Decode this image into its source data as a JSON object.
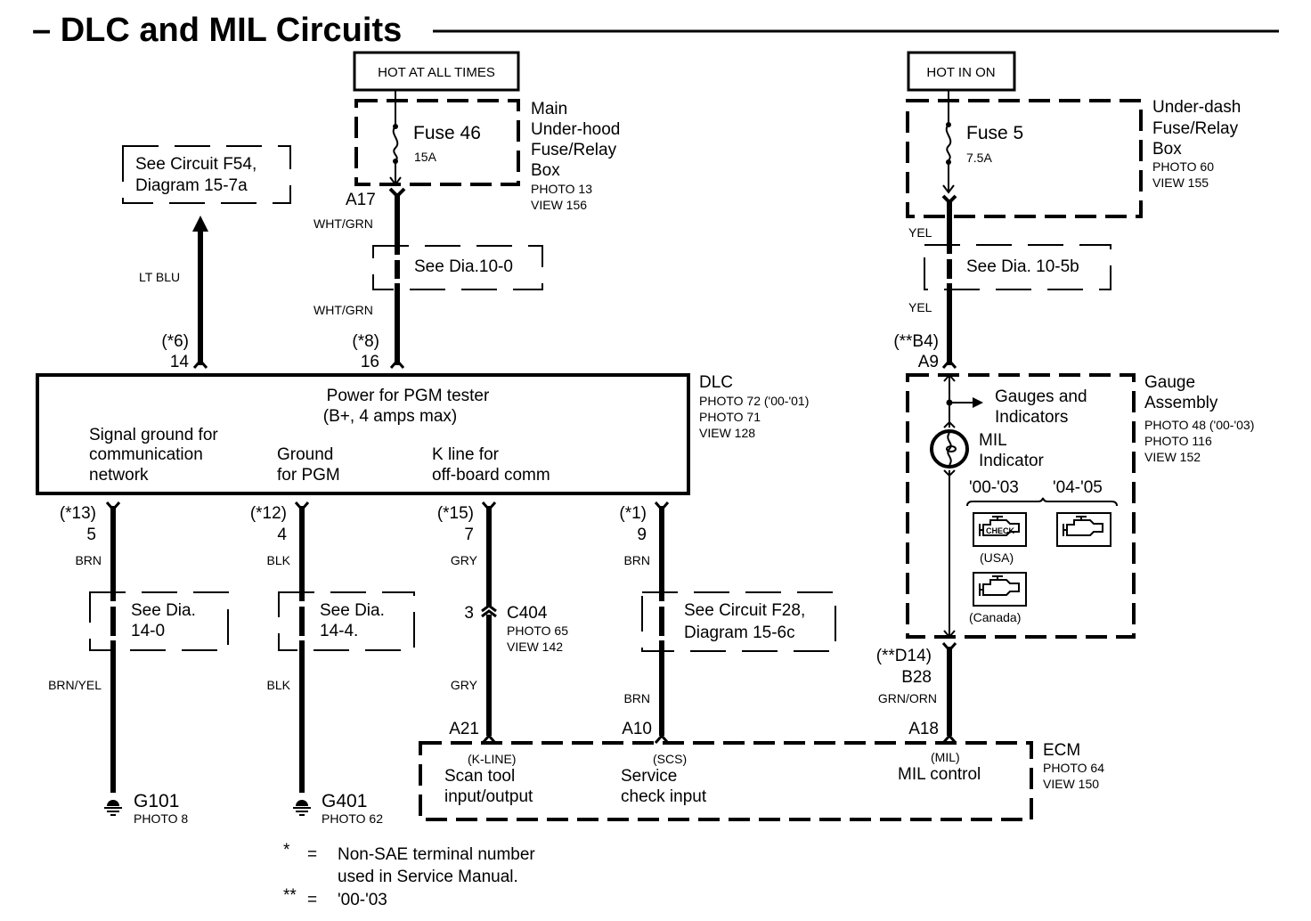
{
  "title": "– DLC and MIL Circuits",
  "power_sources": {
    "left": "HOT AT ALL TIMES",
    "right": "HOT IN ON"
  },
  "main_fuse_box": {
    "fuse_name": "Fuse 46",
    "fuse_rating": "15A",
    "label_lines": [
      "Main",
      "Under-hood",
      "Fuse/Relay",
      "Box"
    ],
    "photo": "PHOTO 13",
    "view": "VIEW 156",
    "terminal": "A17"
  },
  "underdash_fuse_box": {
    "fuse_name": "Fuse 5",
    "fuse_rating": "7.5A",
    "label_lines": [
      "Under-dash",
      "Fuse/Relay",
      "Box"
    ],
    "photo": "PHOTO 60",
    "view": "VIEW 155"
  },
  "refs": {
    "f54": [
      "See Circuit F54,",
      "Diagram 15-7a"
    ],
    "dia10_0": "See Dia.10-0",
    "dia10_5b": "See Dia. 10-5b",
    "dia14_0": [
      "See Dia.",
      "14-0"
    ],
    "dia14_4": [
      "See Dia.",
      "14-4."
    ],
    "f28": [
      "See Circuit F28,",
      "Diagram   15-6c"
    ]
  },
  "wires": {
    "lt_blu": "LT BLU",
    "wht_grn_top": "WHT/GRN",
    "wht_grn_bottom": "WHT/GRN",
    "yel_top": "YEL",
    "yel_bottom": "YEL",
    "brn_5": "BRN",
    "brn_yel": "BRN/YEL",
    "blk_top": "BLK",
    "blk_bottom": "BLK",
    "gry_top": "GRY",
    "gry_bottom": "GRY",
    "brn_9_top": "BRN",
    "brn_9_bottom": "BRN",
    "grn_orn": "GRN/ORN"
  },
  "dlc": {
    "name": "DLC",
    "photo1": "PHOTO 72 ('00-'01)",
    "photo2": "PHOTO 71",
    "view": "VIEW 128",
    "power_label": [
      "Power for PGM tester",
      "(B+, 4 amps max)"
    ],
    "signal_ground": [
      "Signal ground for",
      "communication",
      "network"
    ],
    "ground_pgm": [
      "Ground",
      "for PGM"
    ],
    "k_line": [
      "K line for",
      "off-board comm"
    ],
    "pins_top": [
      {
        "alt": "(*6)",
        "num": "14"
      },
      {
        "alt": "(*8)",
        "num": "16"
      }
    ],
    "pins_bottom": [
      {
        "alt": "(*13)",
        "num": "5"
      },
      {
        "alt": "(*12)",
        "num": "4"
      },
      {
        "alt": "(*15)",
        "num": "7"
      },
      {
        "alt": "(*1)",
        "num": "9"
      }
    ]
  },
  "gauge": {
    "pin_top_alt": "(**B4)",
    "pin_top": "A9",
    "label_lines": [
      "Gauge",
      "Assembly"
    ],
    "photo1": "PHOTO 48 ('00-'03)",
    "photo2": "PHOTO 116",
    "view": "VIEW 152",
    "gauges_label": [
      "Gauges and",
      "Indicators"
    ],
    "mil_label": [
      "MIL",
      "Indicator"
    ],
    "year_a": "'00-'03",
    "year_b": "'04-'05",
    "check_text": "CHECK",
    "usa": "(USA)",
    "canada": "(Canada)",
    "pin_bottom_alt": "(**D14)",
    "pin_bottom": "B28"
  },
  "c404": {
    "pin": "3",
    "name": "C404",
    "photo": "PHOTO 65",
    "view": "VIEW 142"
  },
  "ecm": {
    "name": "ECM",
    "photo": "PHOTO 64",
    "view": "VIEW 150",
    "pins": [
      "A21",
      "A10",
      "A18"
    ],
    "kline_tag": "(K-LINE)",
    "kline_label": [
      "Scan tool",
      "input/output"
    ],
    "scs_tag": "(SCS)",
    "scs_label": [
      "Service",
      "check input"
    ],
    "mil_tag": "(MIL)",
    "mil_label": "MIL control"
  },
  "grounds": [
    {
      "name": "G101",
      "photo": "PHOTO 8"
    },
    {
      "name": "G401",
      "photo": "PHOTO 62"
    }
  ],
  "legend": {
    "star1": "*",
    "eq": "=",
    "star1_text": [
      "Non-SAE terminal number",
      "used in Service Manual."
    ],
    "star2": "**",
    "star2_text": "'00-'03"
  }
}
